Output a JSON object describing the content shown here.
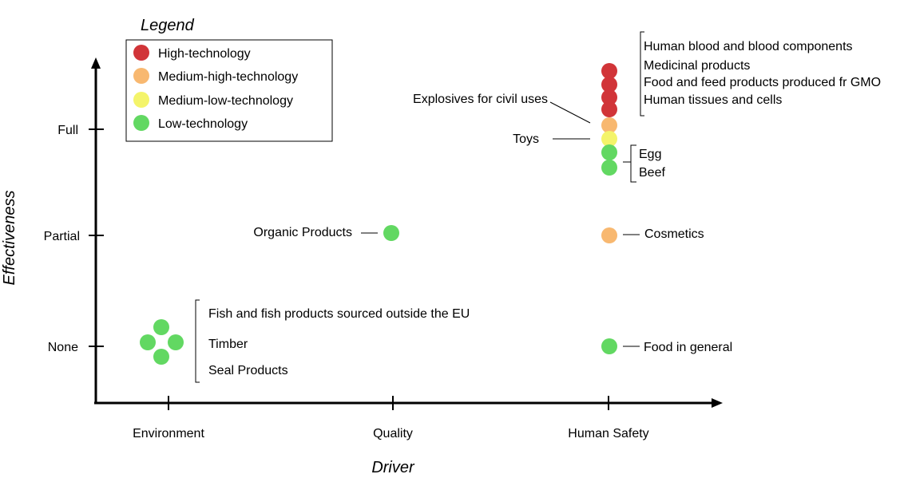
{
  "chart_data": {
    "type": "scatter",
    "xlabel": "Driver",
    "ylabel": "Effectiveness",
    "x_categories": [
      "Environment",
      "Quality",
      "Human Safety"
    ],
    "y_categories": [
      "None",
      "Partial",
      "Full"
    ],
    "legend": {
      "title": "Legend",
      "placement": "top-left",
      "entries": [
        {
          "label": "High-technology",
          "color": "#d13438"
        },
        {
          "label": "Medium-high-technology",
          "color": "#f8b870"
        },
        {
          "label": "Medium-low-technology",
          "color": "#f4f46a"
        },
        {
          "label": "Low-technology",
          "color": "#62d862"
        }
      ]
    },
    "groups": [
      {
        "x": "Environment",
        "y": "None",
        "category": "Low-technology",
        "count": 4,
        "labels": [
          "Fish and fish products sourced outside the EU",
          "Timber",
          "Seal Products"
        ]
      },
      {
        "x": "Quality",
        "y": "Partial",
        "category": "Low-technology",
        "count": 1,
        "labels": [
          "Organic Products"
        ]
      },
      {
        "x": "Human Safety",
        "y": "Partial",
        "category": "Medium-high-technology",
        "count": 1,
        "labels": [
          "Cosmetics"
        ]
      },
      {
        "x": "Human Safety",
        "y": "None",
        "category": "Low-technology",
        "count": 1,
        "labels": [
          "Food in general"
        ]
      },
      {
        "x": "Human Safety",
        "y": "Full",
        "category": "High-technology",
        "count": 4,
        "labels": [
          "Human blood and blood components",
          "Medicinal products",
          "Food and feed products produced fr GMO",
          "Human tissues and cells"
        ]
      },
      {
        "x": "Human Safety",
        "y": "Full",
        "category": "Medium-high-technology",
        "count": 1,
        "labels": [
          "Explosives for civil uses"
        ]
      },
      {
        "x": "Human Safety",
        "y": "Full",
        "category": "Medium-low-technology",
        "count": 1,
        "labels": [
          "Toys"
        ]
      },
      {
        "x": "Human Safety",
        "y": "Full",
        "category": "Low-technology",
        "count": 2,
        "labels": [
          "Egg",
          "Beef"
        ]
      }
    ]
  }
}
